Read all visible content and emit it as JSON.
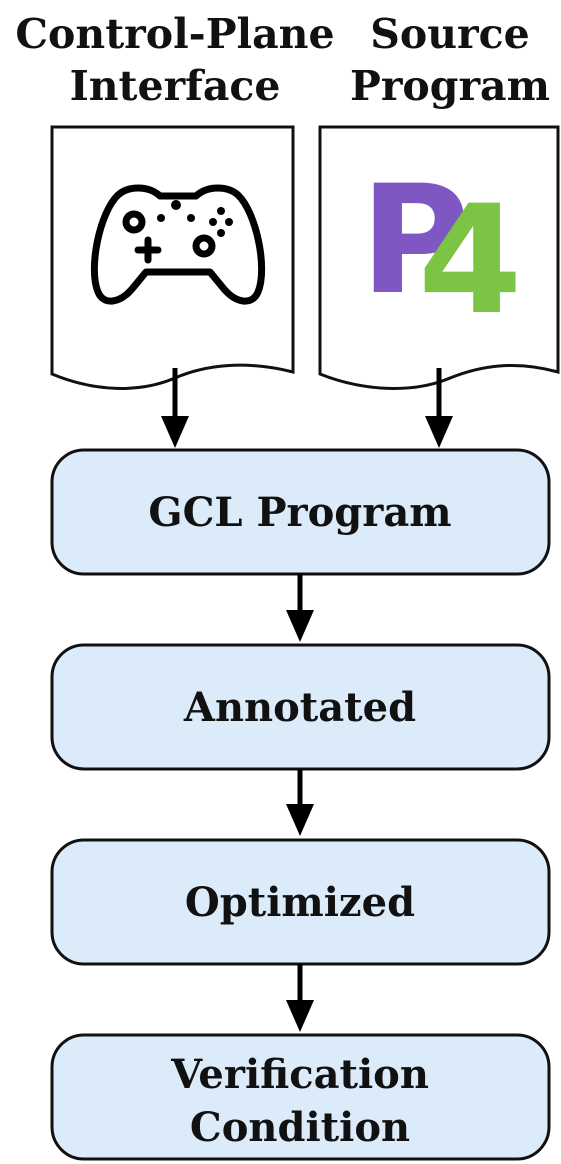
{
  "inputs": {
    "control_plane": {
      "title_line1": "Control-Plane",
      "title_line2": "Interface",
      "icon": "gamepad-icon"
    },
    "source_program": {
      "title_line1": "Source",
      "title_line2": "Program",
      "icon": "p4-logo",
      "logo_text_p": "P",
      "logo_text_4": "4"
    }
  },
  "stages": [
    {
      "label_line1": "GCL Program",
      "label_line2": ""
    },
    {
      "label_line1": "Annotated",
      "label_line2": ""
    },
    {
      "label_line1": "Optimized",
      "label_line2": ""
    },
    {
      "label_line1": "Verification",
      "label_line2": "Condition"
    }
  ],
  "colors": {
    "box_fill": "#dcebfa",
    "p4_purple": "#7e57c2",
    "p4_green": "#7cc443"
  }
}
